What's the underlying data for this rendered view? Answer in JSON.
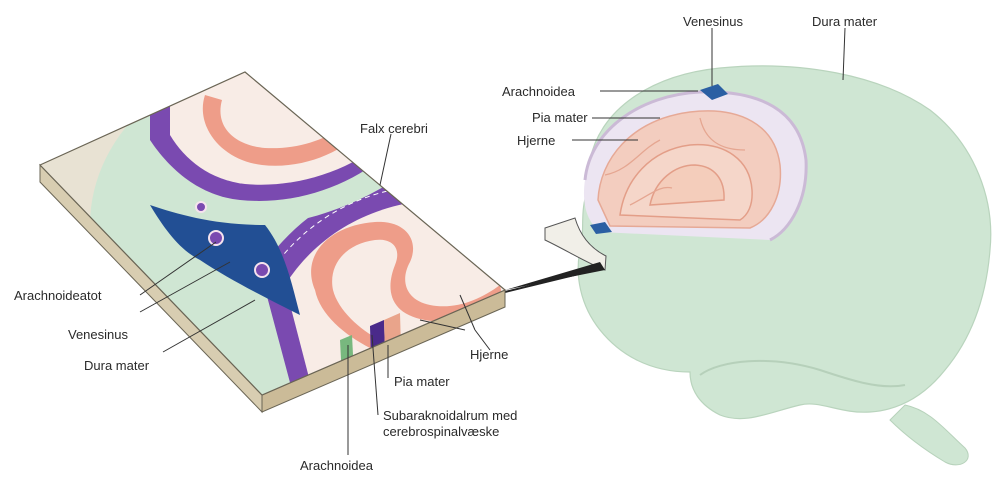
{
  "labels": {
    "venesinus_top": "Venesinus",
    "dura_mater_top": "Dura mater",
    "arachnoidea_top": "Arachnoidea",
    "pia_mater_top": "Pia mater",
    "hjerne_top": "Hjerne",
    "falx_cerebri": "Falx cerebri",
    "arachnoideatot": "Arachnoideatot",
    "venesinus_left": "Venesinus",
    "dura_mater_left": "Dura mater",
    "hjerne_right": "Hjerne",
    "pia_mater_bottom": "Pia mater",
    "subarachnoid_line1": "Subaraknoidalrum med",
    "subarachnoid_line2": "cerebrospinalvæske",
    "arachnoidea_bottom": "Arachnoidea"
  },
  "colors": {
    "dura": "#cfe6d3",
    "brain_tissue": "#f6e2dc",
    "cortex": "#ee9d89",
    "vein_sinus": "#224f94",
    "arachnoid": "#6b3da0",
    "block_side": "#c8b99a",
    "label_line": "#333333"
  }
}
